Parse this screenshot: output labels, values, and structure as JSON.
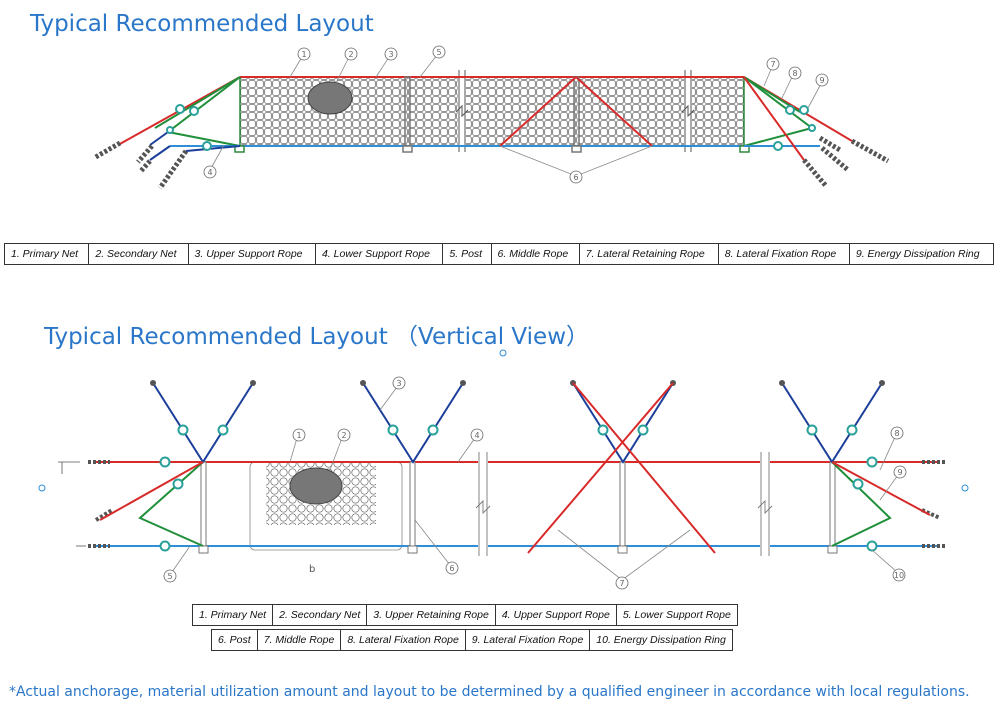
{
  "titles": {
    "top": "Typical Recommended Layout",
    "bottom": "Typical Recommended Layout （Vertical View）"
  },
  "legend_top": [
    "1. Primary    Net",
    "2. Secondary Net",
    "3. Upper Support Rope",
    "4. Lower Support Rope",
    "5. Post",
    "6. Middle Rope",
    "7. Lateral Retaining Rope",
    "8. Lateral Fixation Rope",
    "9. Energy Dissipation Ring"
  ],
  "legend_bottom_row1": [
    "1. Primary    Net",
    "2. Secondary Net",
    "3. Upper Retaining Rope",
    "4. Upper Support Rope",
    "5. Lower Support Rope"
  ],
  "legend_bottom_row2": [
    "6. Post",
    "7. Middle Rope",
    "8. Lateral Fixation Rope",
    "9. Lateral Fixation Rope",
    "10. Energy Dissipation Ring"
  ],
  "callouts_top": [
    "1",
    "2",
    "3",
    "5",
    "4",
    "6",
    "7",
    "8",
    "9"
  ],
  "callouts_bottom": [
    "1",
    "2",
    "3",
    "4",
    "8",
    "9",
    "5",
    "6",
    "7",
    "10"
  ],
  "dimension_label": "b",
  "note": "*Actual anchorage, material utilization amount and layout to be determined by a qualified engineer in accordance with local regulations.",
  "colors": {
    "upper_rope": "#d92a2a",
    "lower_rope": "#2e8fd8",
    "fixation_rope": "#1f8f3a",
    "retaining_rope": "#1b3f9a",
    "ring": "#2aa09a",
    "net": "#555555",
    "title": "#2a77c9"
  }
}
